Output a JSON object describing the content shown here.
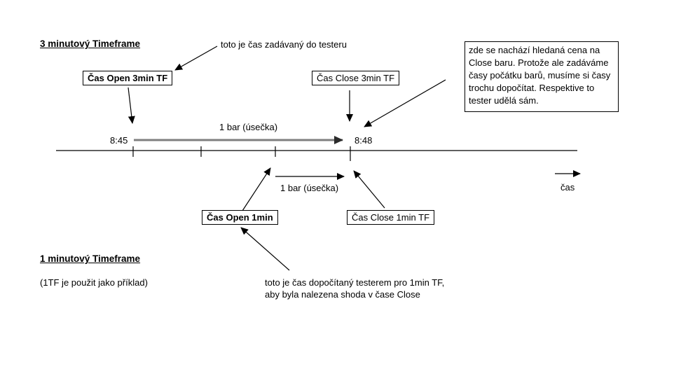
{
  "diagram": {
    "section_3min": {
      "title": "3 minutový Timeframe",
      "annotation_tester_input": "toto je čas zadávaný do testeru",
      "box_open_label": "Čas Open 3min TF",
      "box_close_label": "Čas Close 3min TF",
      "bar_label": "1 bar (úsečka)"
    },
    "section_1min": {
      "title": "1 minutový Timeframe",
      "note": "(1TF je použit jako příklad)",
      "box_open_label": "Čas Open 1min",
      "box_close_label": "Čas Close 1min TF",
      "bar_label": "1 bar (úsečka)",
      "annotation_computed_line1": "toto je čas dopočítaný testerem pro 1min TF,",
      "annotation_computed_line2": "aby byla nalezena shoda v čase Close"
    },
    "info_box": {
      "lines": [
        "zde se nachází hledaná cena na",
        "Close baru. Protože ale zadáváme",
        "časy počátku barů, musíme si časy",
        "trochu dopočítat. Respektive to",
        "tester udělá sám."
      ]
    },
    "timeline": {
      "time_open": "8:45",
      "time_close": "8:48",
      "axis_label": "čas"
    },
    "colors": {
      "line": "#000000",
      "bar_arrow": "#7f7f7f",
      "background": "#ffffff"
    }
  }
}
